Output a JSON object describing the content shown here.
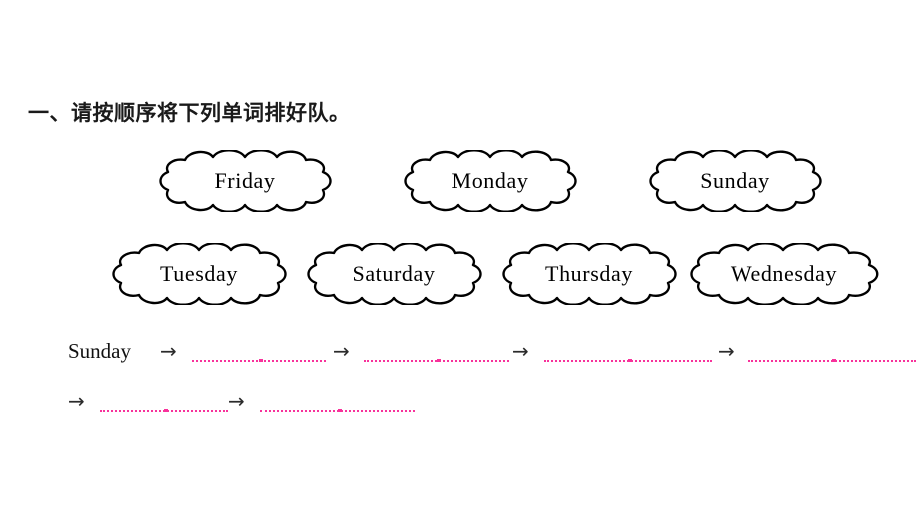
{
  "worksheet": {
    "heading": "一、请按顺序将下列单词排好队。",
    "word_clouds": {
      "row1": [
        {
          "label": "Friday"
        },
        {
          "label": "Monday"
        },
        {
          "label": "Sunday"
        }
      ],
      "row2": [
        {
          "label": "Tuesday"
        },
        {
          "label": "Saturday"
        },
        {
          "label": "Thursday"
        },
        {
          "label": "Wednesday"
        }
      ]
    },
    "answer_sequence": {
      "start_word": "Sunday",
      "arrow": "→",
      "blank_count": 6,
      "row1_arrows": [
        "→",
        "→",
        "→",
        "→"
      ],
      "row2_arrows": [
        "→",
        "→"
      ]
    },
    "colors": {
      "blank_line": "#f8329b",
      "text": "#111111",
      "arrow": "#2b2b2b",
      "background": "#ffffff"
    }
  }
}
